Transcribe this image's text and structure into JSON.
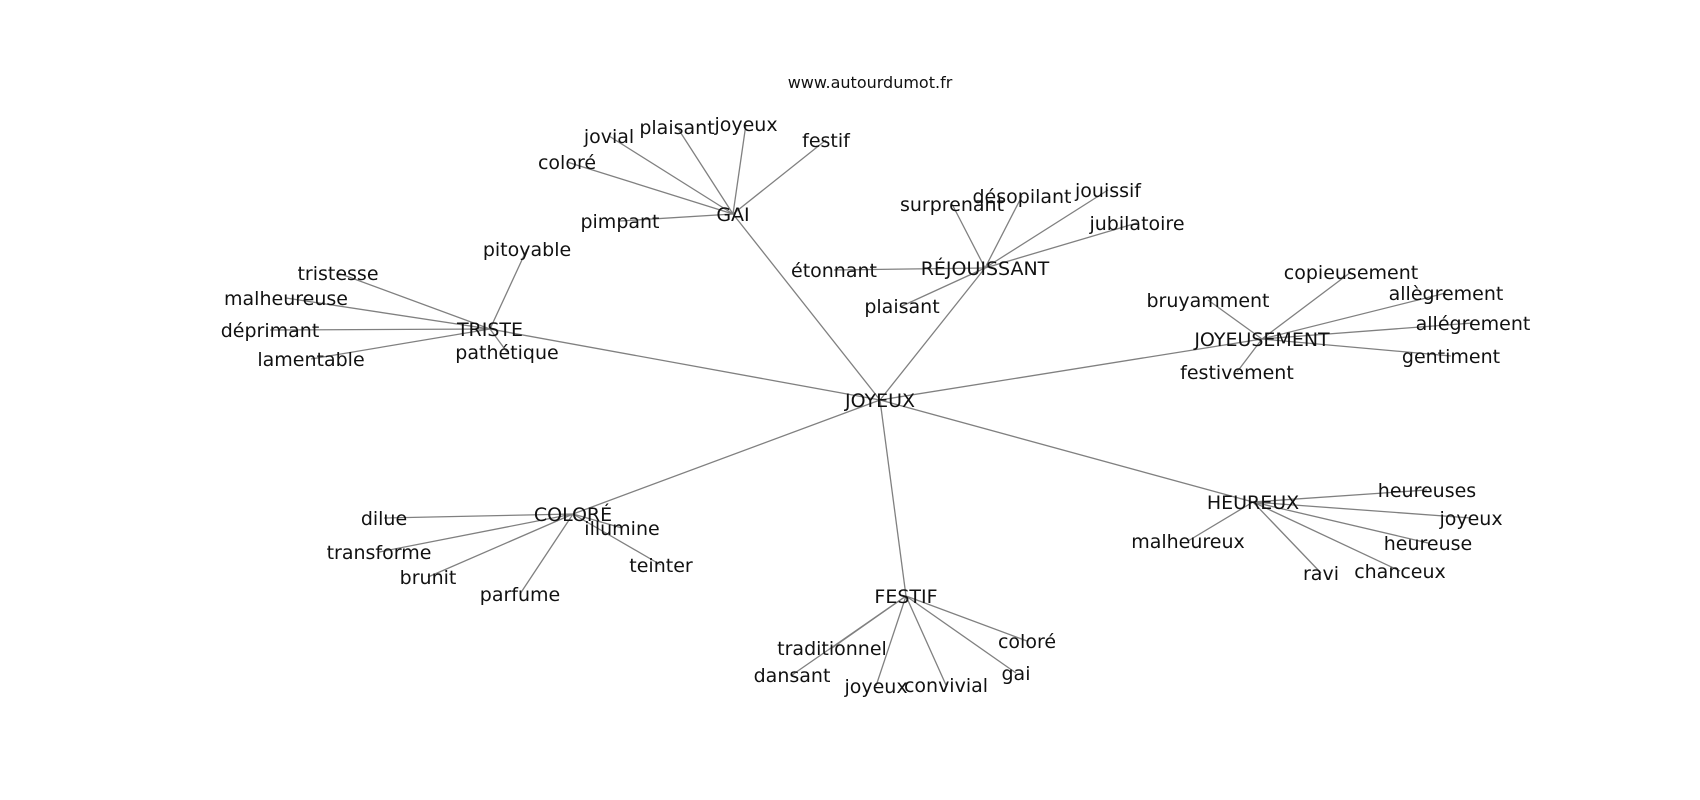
{
  "site": "www.autourdumot.fr",
  "graph": {
    "root": "JOYEUX",
    "hubs": [
      {
        "label": "GAI",
        "words": [
          "jovial",
          "plaisant",
          "joyeux",
          "festif",
          "coloré",
          "pimpant"
        ]
      },
      {
        "label": "RÉJOUISSANT",
        "words": [
          "surprenant",
          "désopilant",
          "jouissif",
          "jubilatoire",
          "étonnant",
          "plaisant"
        ]
      },
      {
        "label": "TRISTE",
        "words": [
          "pitoyable",
          "tristesse",
          "malheureuse",
          "déprimant",
          "lamentable",
          "pathétique"
        ]
      },
      {
        "label": "JOYEUSEMENT",
        "words": [
          "copieusement",
          "bruyamment",
          "allègrement",
          "allégrement",
          "gentiment",
          "festivement"
        ]
      },
      {
        "label": "COLORÉ",
        "words": [
          "dilue",
          "illumine",
          "transforme",
          "teinter",
          "brunit",
          "parfume"
        ]
      },
      {
        "label": "HEUREUX",
        "words": [
          "heureuses",
          "joyeux",
          "malheureux",
          "heureuse",
          "chanceux",
          "ravi"
        ]
      },
      {
        "label": "FESTIF",
        "words": [
          "coloré",
          "traditionnel",
          "gai",
          "dansant",
          "convivial",
          "joyeux"
        ]
      }
    ]
  }
}
